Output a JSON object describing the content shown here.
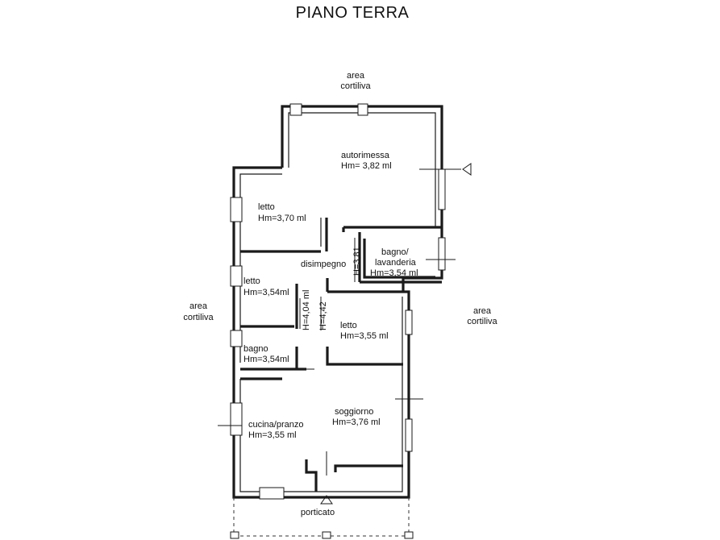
{
  "title": "PIANO TERRA",
  "labels": {
    "area_top_1": "area",
    "area_top_2": "cortiliva",
    "area_left_1": "area",
    "area_left_2": "cortiliva",
    "area_right_1": "area",
    "area_right_2": "cortiliva",
    "autorimessa_1": "autorimessa",
    "autorimessa_2": "Hm= 3,82 ml",
    "letto1_1": "letto",
    "letto1_2": "Hm=3,70 ml",
    "bagno_lav_1": "bagno/",
    "bagno_lav_2": "lavanderia",
    "bagno_lav_3": "Hm=3,54 ml",
    "disimpegno": "disimpegno",
    "h381": "H=3,81",
    "letto2_1": "letto",
    "letto2_2": "Hm=3,54ml",
    "h404": "H=4,04 ml",
    "h442": "H=4,42",
    "letto3_1": "letto",
    "letto3_2": "Hm=3,55 ml",
    "bagno_1": "bagno",
    "bagno_2": "Hm=3,54ml",
    "soggiorno_1": "soggiorno",
    "soggiorno_2": "Hm=3,76 ml",
    "cucina_1": "cucina/pranzo",
    "cucina_2": "Hm=3,55 ml",
    "porticato": "porticato"
  }
}
